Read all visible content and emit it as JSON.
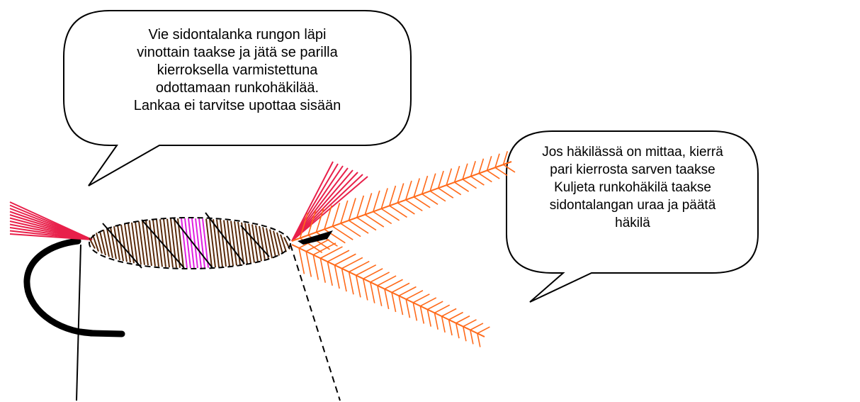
{
  "callouts": {
    "left": {
      "lines": [
        "Vie sidontalanka rungon läpi",
        "vinottain taakse ja jätä se parilla",
        "kierroksella varmistettuna",
        "odottamaan runkohäkilää.",
        "Lankaa ei tarvitse upottaa sisään"
      ]
    },
    "right": {
      "lines": [
        "Jos häkilässä on mittaa, kierrä",
        "pari  kierrosta sarven taakse",
        "Kuljeta runkohäkilä taakse",
        "sidontalangan uraa ja päätä",
        "häkilä"
      ]
    }
  },
  "colors": {
    "body_wrap": "#5a2a0a",
    "rib_highlight": "#e020e0",
    "tail_fibers": "#e8204a",
    "hackle_feather": "#ff6a1a",
    "hook": "#000000",
    "thread_line": "#000000"
  }
}
